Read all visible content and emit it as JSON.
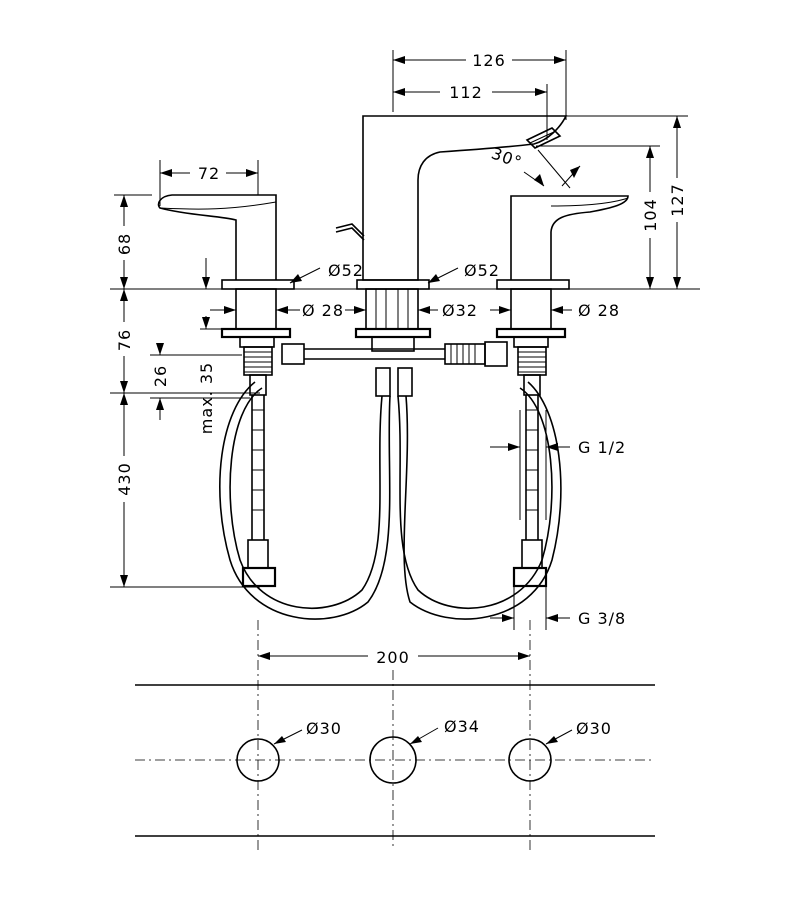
{
  "dimensions": {
    "spout_reach_overall": "126",
    "spout_reach_outlet": "112",
    "handle_reach": "72",
    "handle_height": "68",
    "spout_height_overall": "127",
    "spout_height_outlet": "104",
    "spout_angle": "30°",
    "valve_body_height": "76",
    "thread_length": "26",
    "max_deck_thickness": "max. 35",
    "hose_length": "430",
    "center_spacing": "200"
  },
  "diameters": {
    "left_escutcheon": "Ø52",
    "center_escutcheon": "Ø52",
    "left_shank": "Ø 28",
    "center_shank": "Ø32",
    "right_shank": "Ø 28",
    "hole_left": "Ø30",
    "hole_center": "Ø34",
    "hole_right": "Ø30"
  },
  "threads": {
    "valve_outlet": "G 1/2",
    "supply_connection": "G 3/8"
  }
}
